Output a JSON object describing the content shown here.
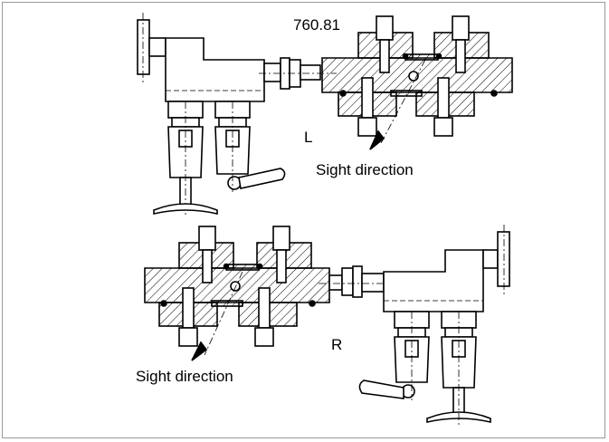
{
  "drawing": {
    "number": "760.81",
    "label_left": "L",
    "label_right": "R",
    "sight_label_top": "Sight direction",
    "sight_label_bottom": "Sight direction"
  },
  "colors": {
    "line": "#000000",
    "frame": "#9a9a9a",
    "background": "#ffffff"
  }
}
